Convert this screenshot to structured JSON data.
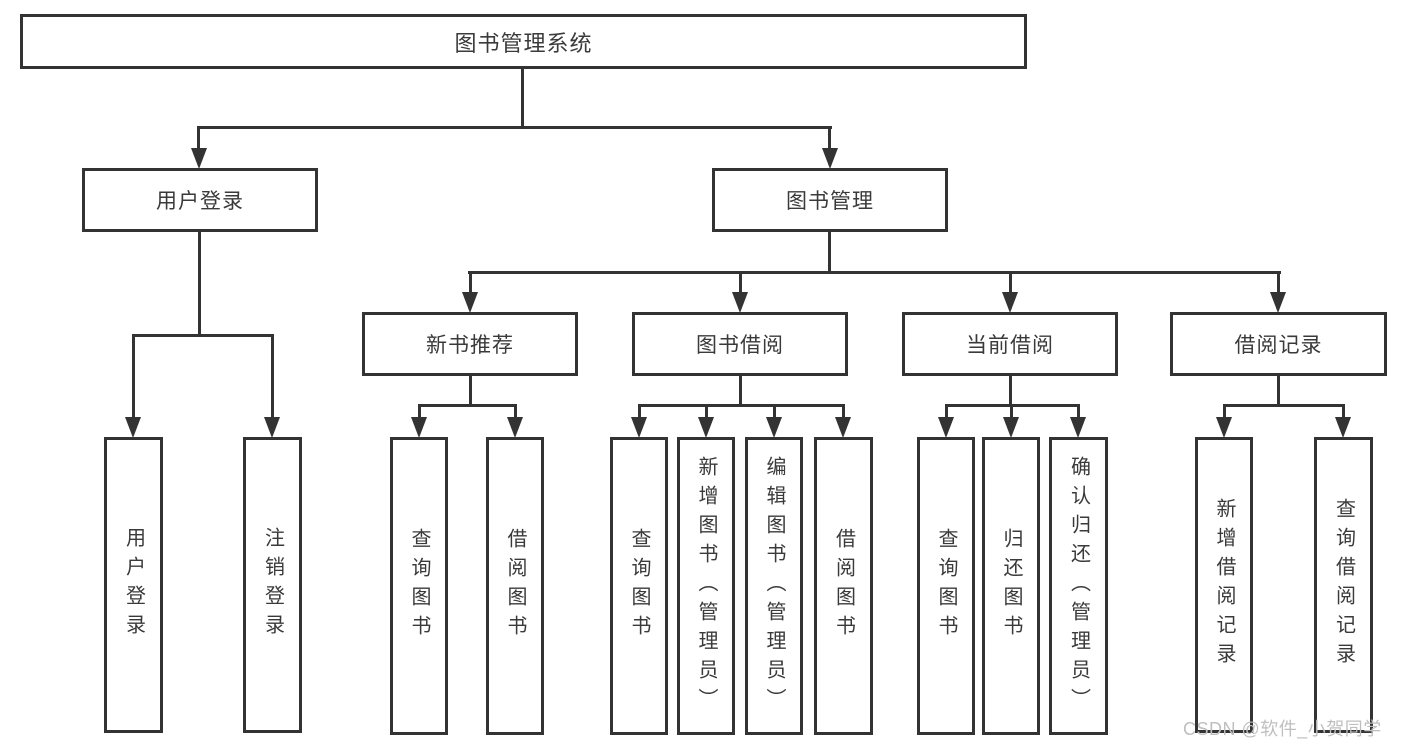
{
  "diagram": {
    "root": {
      "label": "图书管理系统"
    },
    "level2": [
      {
        "label": "用户登录"
      },
      {
        "label": "图书管理"
      }
    ],
    "level3": [
      {
        "label": "新书推荐"
      },
      {
        "label": "图书借阅"
      },
      {
        "label": "当前借阅"
      },
      {
        "label": "借阅记录"
      }
    ],
    "leaves": [
      {
        "label": "用户登录"
      },
      {
        "label": "注销登录"
      },
      {
        "label": "查询图书"
      },
      {
        "label": "借阅图书"
      },
      {
        "label": "查询图书"
      },
      {
        "label": "新增图书（管理员）"
      },
      {
        "label": "编辑图书（管理员）"
      },
      {
        "label": "借阅图书"
      },
      {
        "label": "查询图书"
      },
      {
        "label": "归还图书"
      },
      {
        "label": "确认归还（管理员）"
      },
      {
        "label": "新增借阅记录"
      },
      {
        "label": "查询借阅记录"
      }
    ],
    "colors": {
      "line": "#333333",
      "text": "#3a3a3a",
      "background": "#ffffff",
      "watermark": "#bfbfbf"
    }
  },
  "watermark": {
    "text": "CSDN @软件_小贺同学"
  }
}
